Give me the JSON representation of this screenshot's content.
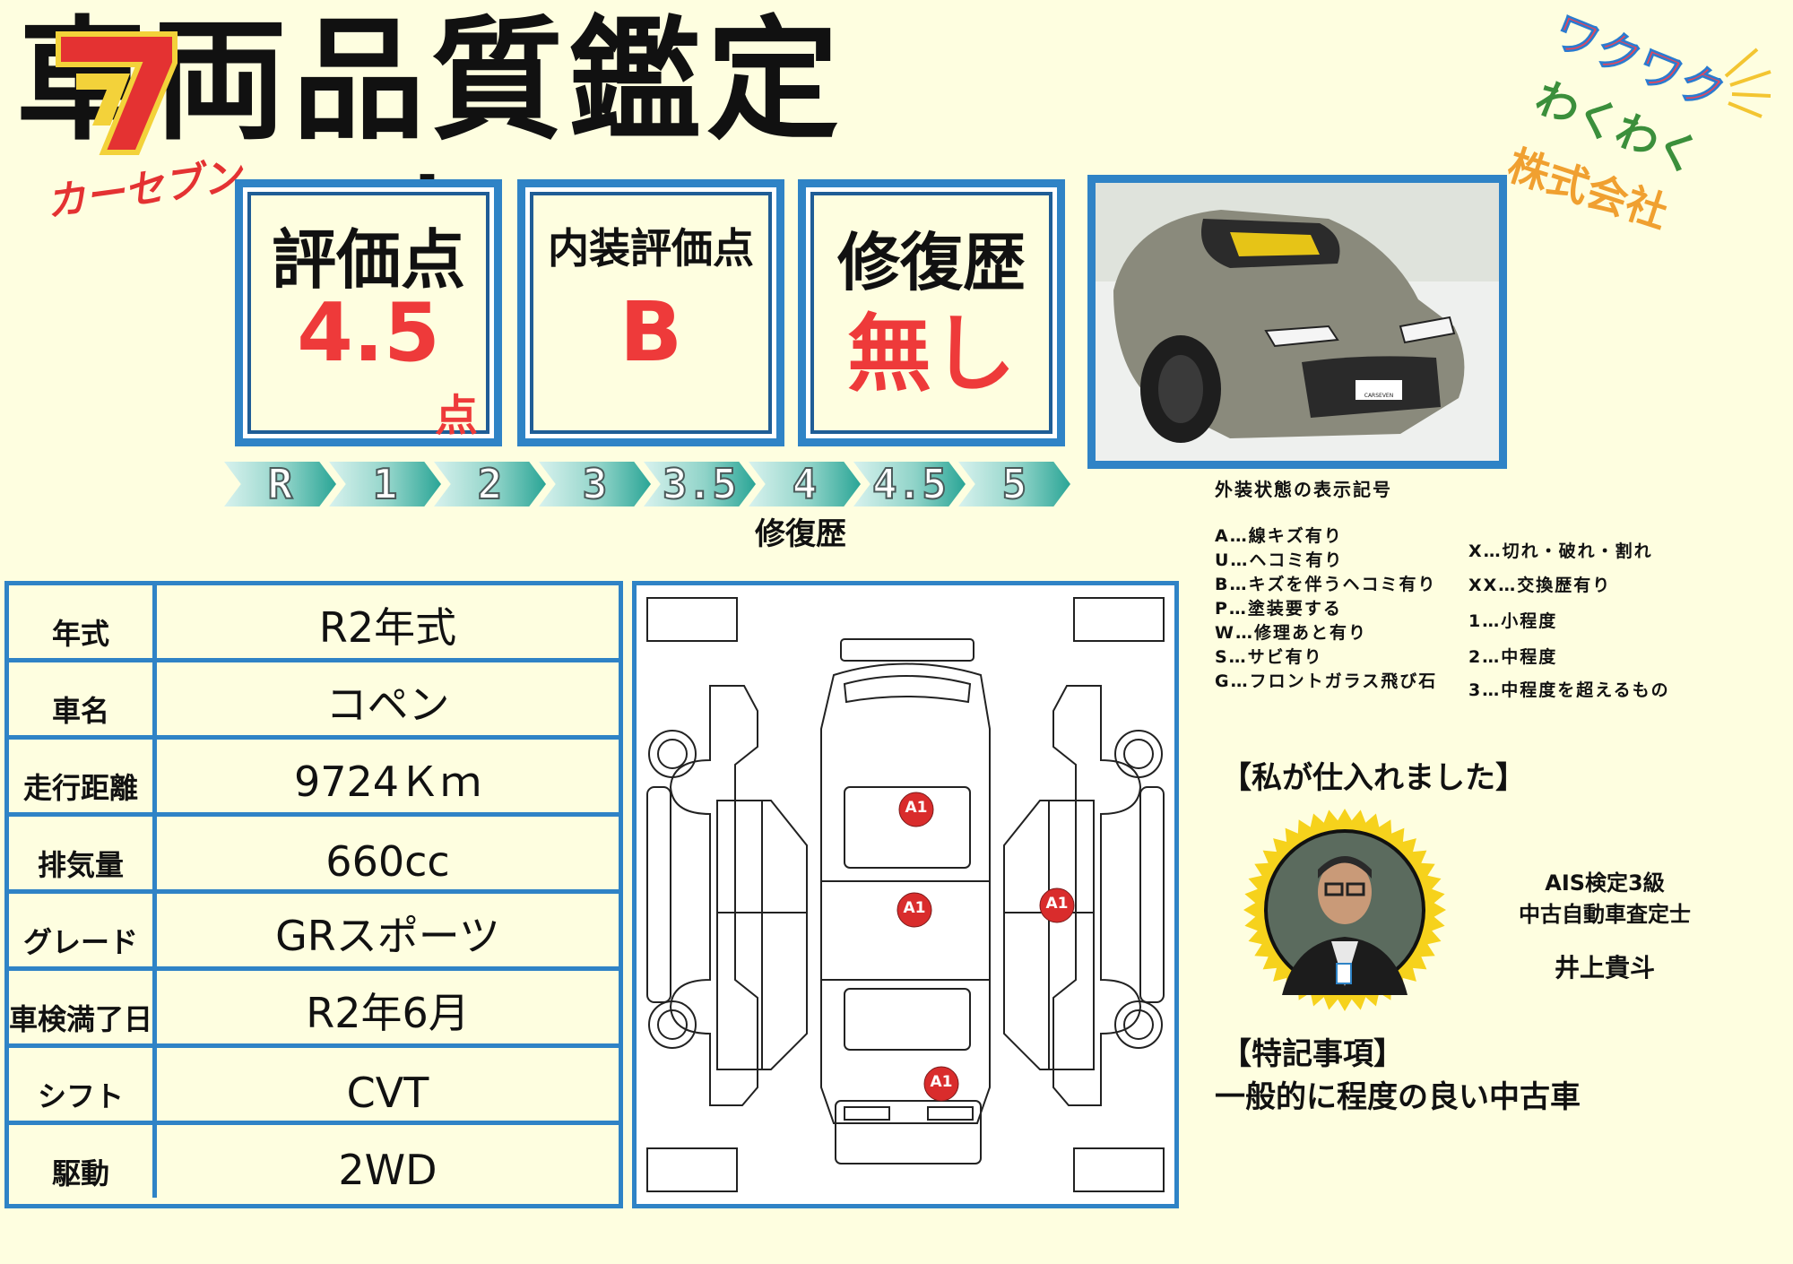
{
  "title": "車両品質鑑定書",
  "logo_left": {
    "brand": "カーセブン",
    "mark": "7"
  },
  "logo_right": {
    "line1": "ワクワク",
    "line2": "わくわく",
    "line3": "株式会社"
  },
  "scores": {
    "rating": {
      "label": "評価点",
      "value": "4.5",
      "unit": "点"
    },
    "interior": {
      "label": "内装評価点",
      "value": "B"
    },
    "repair": {
      "label": "修復歴",
      "value": "無し"
    }
  },
  "grade_scale": {
    "steps": [
      "R",
      "1",
      "2",
      "3",
      "3.5",
      "4",
      "4.5",
      "5"
    ],
    "caption": "修復歴"
  },
  "specs": [
    {
      "key": "年式",
      "value": "R2年式"
    },
    {
      "key": "車名",
      "value": "コペン"
    },
    {
      "key": "走行距離",
      "value": "9724Ｋｍ"
    },
    {
      "key": "排気量",
      "value": "660cc"
    },
    {
      "key": "グレード",
      "value": "GRスポーツ"
    },
    {
      "key": "車検満了日",
      "value": "R2年6月"
    },
    {
      "key": "シフト",
      "value": "CVT"
    },
    {
      "key": "駆動",
      "value": "2WD"
    }
  ],
  "damage_marks": [
    "A1",
    "A1",
    "A1",
    "A1"
  ],
  "legend": {
    "title": "外装状態の表示記号",
    "left": [
      "A…線キズ有り",
      "U…ヘコミ有り",
      "B…キズを伴うヘコミ有り",
      "P…塗装要する",
      "W…修理あと有り",
      "S…サビ有り",
      "G…フロントガラス飛び石"
    ],
    "right": [
      "X…切れ・破れ・割れ",
      "XX…交換歴有り",
      "1…小程度",
      "2…中程度",
      "3…中程度を超えるもの"
    ]
  },
  "buyer": {
    "heading": "【私が仕入れました】",
    "cert1": "AIS検定3級",
    "cert2": "中古自動車査定士",
    "name": "井上貴斗"
  },
  "notes": {
    "heading": "【特記事項】",
    "text": "一般的に程度の良い中古車"
  },
  "car_photo": {
    "plate": "CARSEVEN"
  }
}
